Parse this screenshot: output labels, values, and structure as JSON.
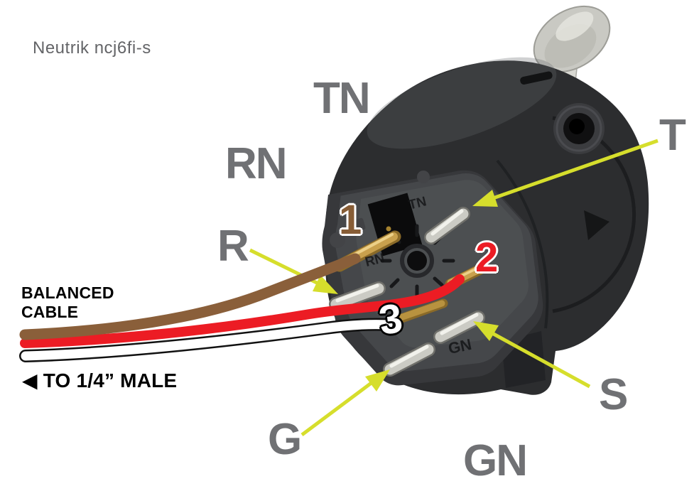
{
  "title": "Neutrik ncj6fi-s",
  "terminal_labels": {
    "tn": "TN",
    "rn": "RN",
    "gn": "GN",
    "t": "T",
    "r": "R",
    "s": "S",
    "g": "G"
  },
  "pin_numbers": {
    "pin1": "1",
    "pin2": "2",
    "pin3": "3"
  },
  "molded_labels": {
    "tn": "TN",
    "rn": "RN",
    "gn": "GN"
  },
  "cable": {
    "label_line1": "BALANCED",
    "label_line2": "CABLE",
    "destination": "◀ TO 1/4” MALE"
  },
  "colors": {
    "label_gray": "#707174",
    "arrow_yellow": "#d6de2c",
    "wire_brown": "#8a5f3a",
    "wire_red": "#ec1c24",
    "wire_white": "#ffffff",
    "annotation_black": "#000000",
    "connector_body": "#2c2d2f"
  }
}
